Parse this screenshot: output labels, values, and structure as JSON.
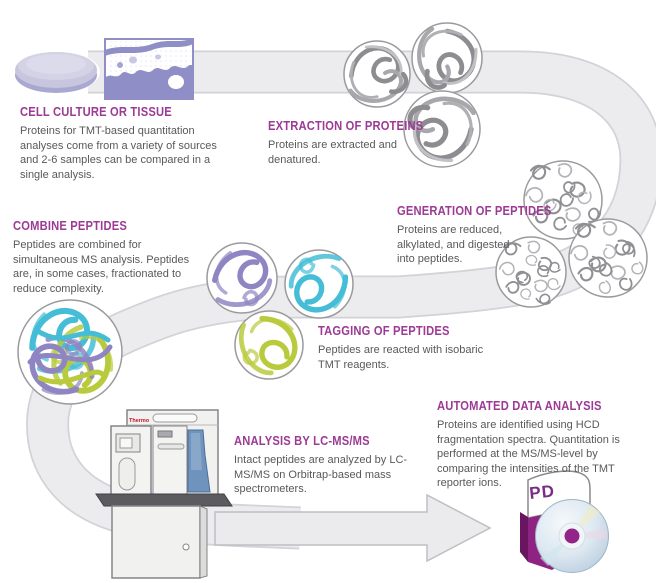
{
  "steps": [
    {
      "id": "cell-culture",
      "title": "CELL CULTURE OR TISSUE",
      "body": "Proteins for TMT-based quantitation analyses come from a variety of sources and 2-6 samples can be compared in a single analysis."
    },
    {
      "id": "extraction",
      "title": "EXTRACTION OF PROTEINS",
      "body": "Proteins are extracted and denatured."
    },
    {
      "id": "generation",
      "title": "GENERATION OF PEPTIDES",
      "body": "Proteins are reduced, alkylated, and digested into peptides."
    },
    {
      "id": "combine",
      "title": "COMBINE PEPTIDES",
      "body": "Peptides are combined for simultaneous MS analysis. Peptides are, in some cases, fractionated to reduce complexity."
    },
    {
      "id": "tagging",
      "title": "TAGGING OF PEPTIDES",
      "body": "Peptides are reacted with isobaric TMT reagents."
    },
    {
      "id": "analysis",
      "title": "ANALYSIS BY LC-MS/MS",
      "body": "Intact peptides are analyzed by LC-MS/MS on Orbitrap-based mass spectrometers."
    },
    {
      "id": "automated",
      "title": "AUTOMATED DATA ANALYSIS",
      "body": "Proteins are identified using HCD fragmentation spectra. Quantitation is performed at the MS/MS-level by comparing the intensities of the TMT reporter ions."
    }
  ],
  "labels": {
    "instrument_brand": "Thermo",
    "software_box_label": "PD"
  },
  "colors": {
    "heading": "#9c3a94",
    "body_text": "#58595b",
    "flow_band": "#ececef",
    "band_edge": "#d2d2d7",
    "tag_purple": "#8f85c2",
    "tag_teal": "#45bdd7",
    "tag_green": "#b9cb3d",
    "software_purple": "#8e2384",
    "brand_red": "#c8102e"
  },
  "illustrations": [
    "petri-dish",
    "tissue-section",
    "protein-circles",
    "peptide-circles",
    "tagged-peptide-circles",
    "combined-peptides-circle",
    "flow-band",
    "flow-arrow",
    "mass-spectrometer",
    "software-box-with-cd"
  ]
}
